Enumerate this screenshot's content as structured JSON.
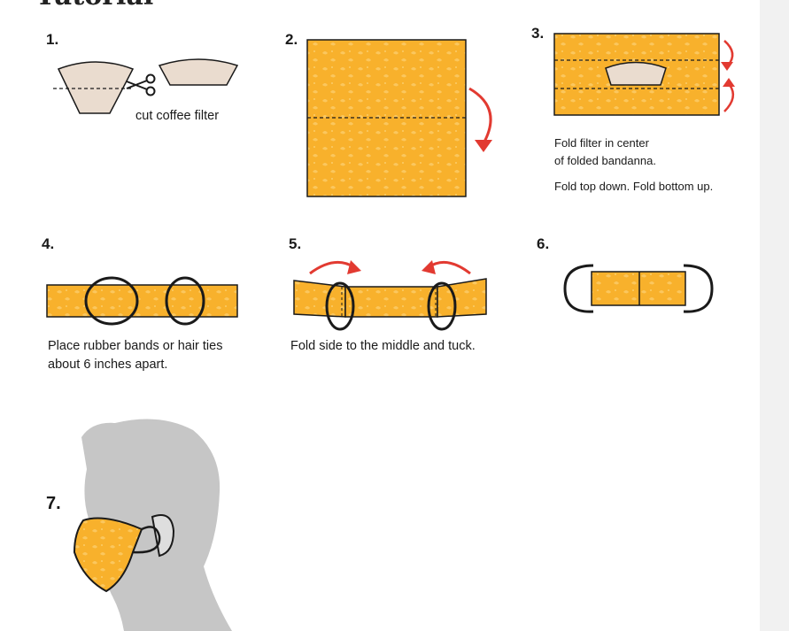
{
  "page": {
    "title": "Tutorial",
    "fabric_color": "#f8b12c",
    "filter_color": "#eadccf",
    "arrow_color": "#e23a31",
    "head_color": "#c6c6c6"
  },
  "steps": [
    {
      "number": "1.",
      "caption": "cut coffee filter"
    },
    {
      "number": "2."
    },
    {
      "number": "3.",
      "caption_lines": [
        "Fold filter in center",
        "of folded bandanna.",
        "Fold top down. Fold bottom up."
      ]
    },
    {
      "number": "4.",
      "caption_lines": [
        "Place rubber bands or hair ties",
        "about 6 inches apart."
      ]
    },
    {
      "number": "5.",
      "caption": "Fold side to the middle and tuck."
    },
    {
      "number": "6."
    },
    {
      "number": "7."
    }
  ],
  "icons": [
    "scissors-icon",
    "curved-arrow-icon"
  ]
}
